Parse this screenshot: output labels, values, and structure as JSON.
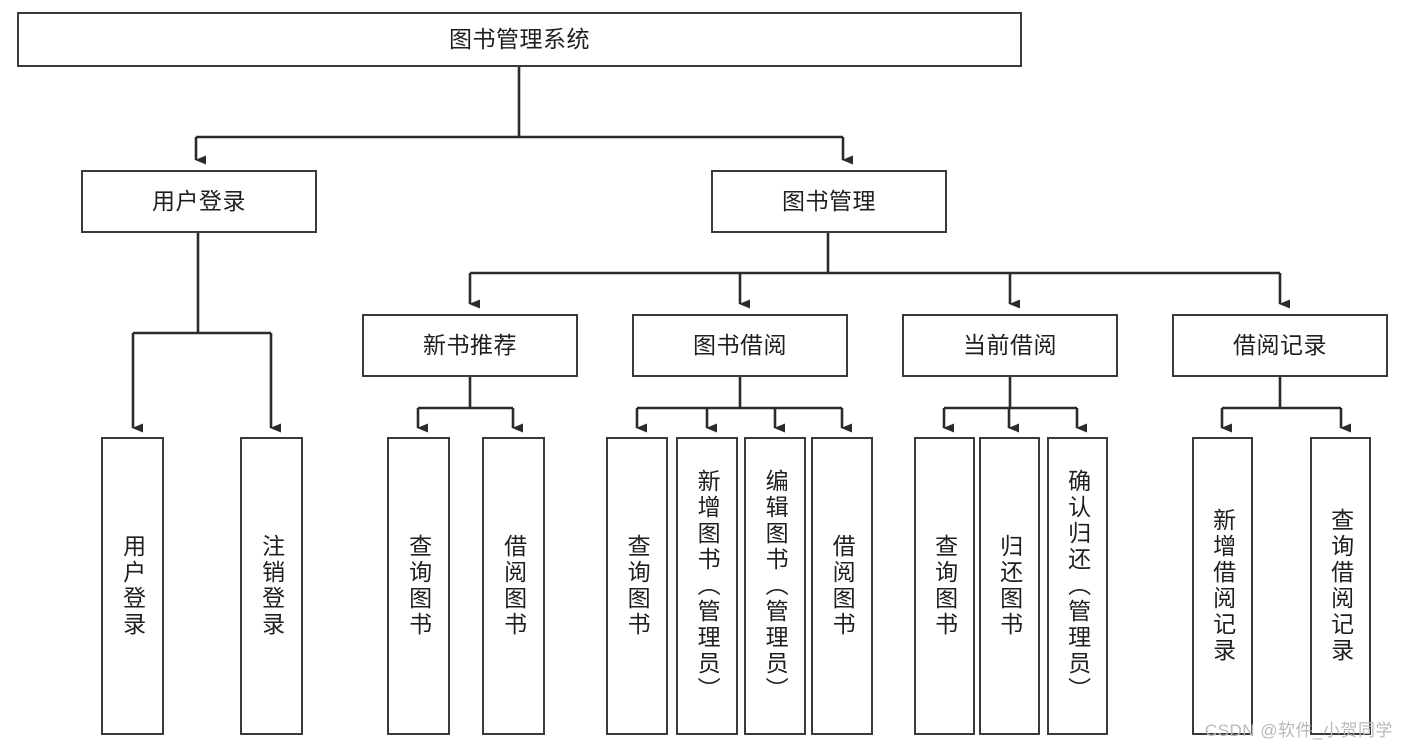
{
  "diagram": {
    "title": "图书管理系统",
    "type": "tree-hierarchy",
    "watermark": "CSDN @软件_小贺同学",
    "colors": {
      "box_border": "#3a3a3a",
      "box_fill": "#ffffff",
      "line": "#2b2b2b",
      "text": "#1f1f1f",
      "watermark": "#b9b9b9",
      "background": "#ffffff"
    },
    "nodes": {
      "root": {
        "label": "图书管理系统"
      },
      "level2": [
        {
          "id": "user-login",
          "label": "用户登录"
        },
        {
          "id": "book-manage",
          "label": "图书管理"
        }
      ],
      "level3": [
        {
          "id": "new-book-recommend",
          "label": "新书推荐"
        },
        {
          "id": "book-borrow",
          "label": "图书借阅"
        },
        {
          "id": "current-borrow",
          "label": "当前借阅"
        },
        {
          "id": "borrow-record",
          "label": "借阅记录"
        }
      ],
      "leaves": {
        "user_login": [
          {
            "id": "leaf-user-login",
            "label": "用户登录"
          },
          {
            "id": "leaf-logout",
            "label": "注销登录"
          }
        ],
        "new_book_recommend": [
          {
            "id": "leaf-query-book-1",
            "label": "查询图书"
          },
          {
            "id": "leaf-borrow-book-1",
            "label": "借阅图书"
          }
        ],
        "book_borrow": [
          {
            "id": "leaf-query-book-2",
            "label": "查询图书"
          },
          {
            "id": "leaf-add-book",
            "label": "新增图书（管理员）"
          },
          {
            "id": "leaf-edit-book",
            "label": "编辑图书（管理员）"
          },
          {
            "id": "leaf-borrow-book-2",
            "label": "借阅图书"
          }
        ],
        "current_borrow": [
          {
            "id": "leaf-query-book-3",
            "label": "查询图书"
          },
          {
            "id": "leaf-return-book",
            "label": "归还图书"
          },
          {
            "id": "leaf-confirm-return",
            "label": "确认归还（管理员）"
          }
        ],
        "borrow_record": [
          {
            "id": "leaf-add-record",
            "label": "新增借阅记录"
          },
          {
            "id": "leaf-query-record",
            "label": "查询借阅记录"
          }
        ]
      }
    }
  }
}
